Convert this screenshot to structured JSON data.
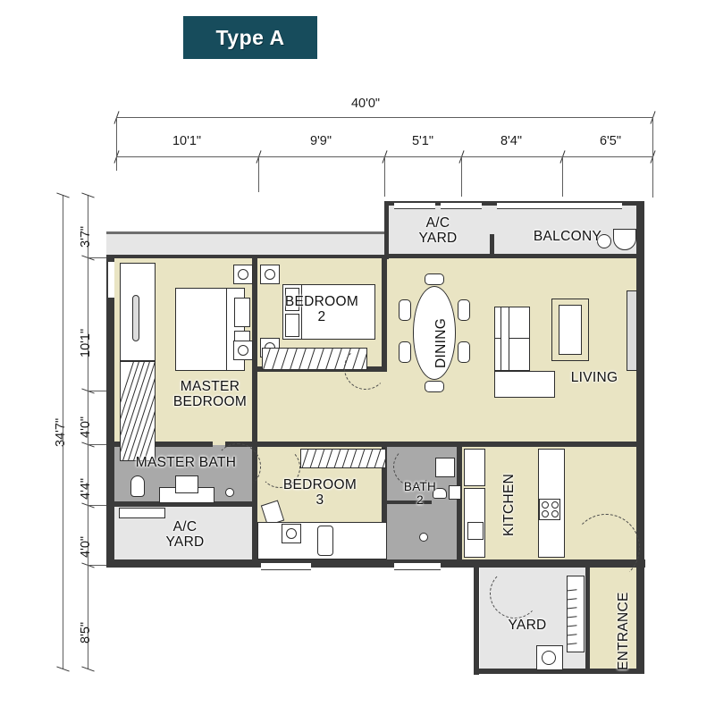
{
  "title": {
    "badge_label": "Type A"
  },
  "dimensions": {
    "top": {
      "overall": "40'0\"",
      "segments": [
        "10'1\"",
        "9'9\"",
        "5'1\"",
        "8'4\"",
        "6'5\""
      ]
    },
    "left": {
      "overall": "34'7\"",
      "segments": [
        "3'7\"",
        "10'1\"",
        "4'0\"",
        "4'4\"",
        "4'0\"",
        "8'5\""
      ]
    }
  },
  "rooms": [
    {
      "id": "master-bedroom",
      "label": "MASTER\nBEDROOM",
      "line1": "MASTER",
      "line2": "BEDROOM",
      "floor": "#e9e4c3"
    },
    {
      "id": "bedroom-2",
      "label": "BEDROOM 2",
      "line1": "BEDROOM",
      "line2": "2",
      "floor": "#e9e4c3"
    },
    {
      "id": "bedroom-3",
      "label": "BEDROOM 3",
      "line1": "BEDROOM",
      "line2": "3",
      "floor": "#e9e4c3"
    },
    {
      "id": "master-bath",
      "label": "MASTER BATH",
      "line1": "MASTER BATH",
      "line2": "",
      "floor": "#a9a9a9"
    },
    {
      "id": "bath-2",
      "label": "BATH 2",
      "line1": "BATH",
      "line2": "2",
      "floor": "#a9a9a9"
    },
    {
      "id": "ac-yard-left",
      "label": "A/C YARD",
      "line1": "A/C",
      "line2": "YARD",
      "floor": "#e6e6e6"
    },
    {
      "id": "ac-yard-top",
      "label": "A/C YARD",
      "line1": "A/C",
      "line2": "YARD",
      "floor": "#e6e6e6"
    },
    {
      "id": "balcony",
      "label": "BALCONY",
      "line1": "BALCONY",
      "line2": "",
      "floor": "#e6e6e6"
    },
    {
      "id": "living",
      "label": "LIVING",
      "line1": "LIVING",
      "line2": "",
      "floor": "#e9e4c3"
    },
    {
      "id": "dining",
      "label": "DINING",
      "line1": "DINING",
      "line2": "",
      "floor": "#e9e4c3"
    },
    {
      "id": "kitchen",
      "label": "KITCHEN",
      "line1": "KITCHEN",
      "line2": "",
      "floor": "#e9e4c3"
    },
    {
      "id": "yard",
      "label": "YARD",
      "line1": "YARD",
      "line2": "",
      "floor": "#e6e6e6"
    },
    {
      "id": "entrance",
      "label": "ENTRANCE",
      "line1": "ENTRANCE",
      "line2": "",
      "floor": "#e9e4c3"
    }
  ],
  "colors": {
    "badge_bg": "#174c5c",
    "badge_text": "#ffffff",
    "floor_interior": "#e9e4c3",
    "floor_bath": "#a9a9a9",
    "floor_yard": "#e6e6e6",
    "wall": "#3a3a3a",
    "dimension_line": "#5d5d5d",
    "page_bg": "#ffffff"
  }
}
